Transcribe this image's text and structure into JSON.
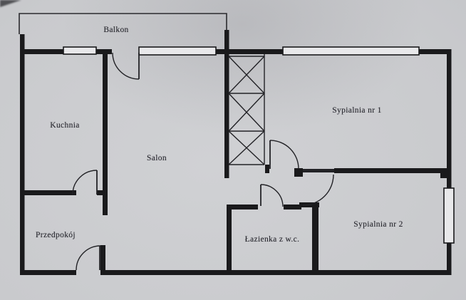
{
  "page": {
    "type": "scanned apartment floor plan",
    "background_color": "#c9cacd",
    "wall_color": "#1a1a1c",
    "window_fill": "#e8e8ea",
    "text_color": "#23232a"
  },
  "rooms": [
    {
      "id": "balkon",
      "label": "Balkon"
    },
    {
      "id": "kuchnia",
      "label": "Kuchnia"
    },
    {
      "id": "salon",
      "label": "Salon"
    },
    {
      "id": "sypialnia-1",
      "label": "Sypialnia nr 1"
    },
    {
      "id": "sypialnia-2",
      "label": "Sypialnia nr 2"
    },
    {
      "id": "przedpokoj",
      "label": "Przedpokój"
    },
    {
      "id": "lazienka",
      "label": "Łazienka z w.c."
    }
  ],
  "features": {
    "windows": [
      "kitchen-window",
      "salon-balcony-window",
      "bedroom1-window",
      "bedroom2-window"
    ],
    "doors": [
      "balcony-door",
      "kitchen-door",
      "entrance-door",
      "bedroom1-door",
      "bedroom2-door",
      "bathroom-door"
    ],
    "shaft": "ventilation-shaft-cross-hatched"
  }
}
